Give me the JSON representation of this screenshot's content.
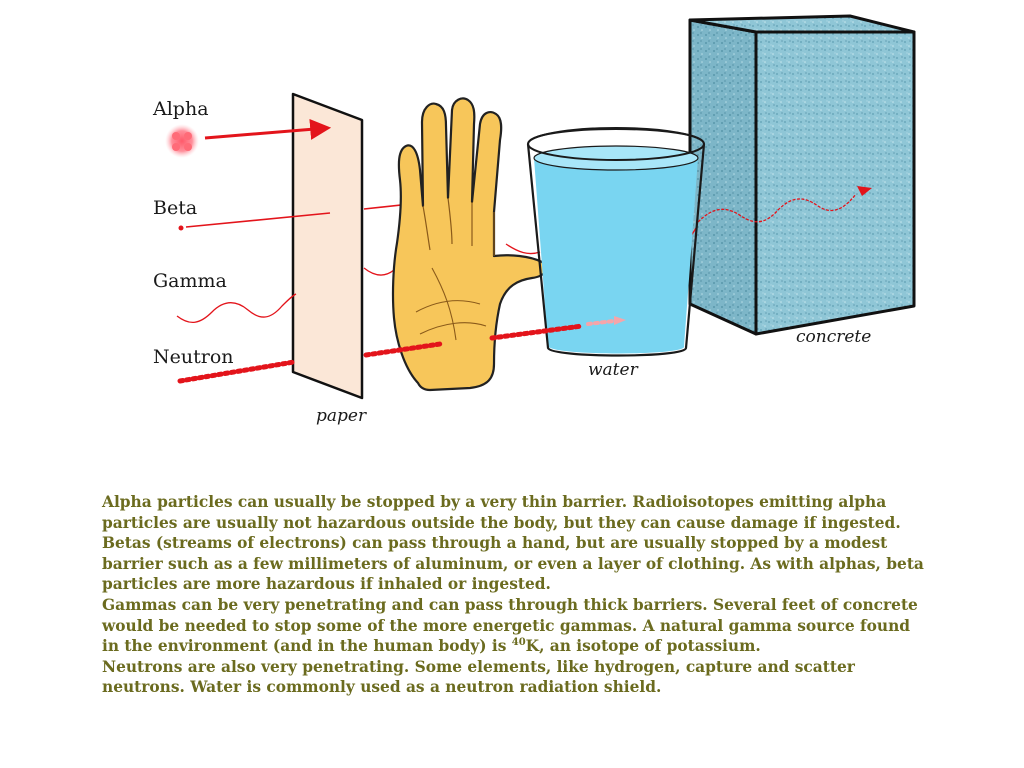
{
  "diagram": {
    "radiation_labels": {
      "alpha": "Alpha",
      "beta": "Beta",
      "gamma": "Gamma",
      "neutron": "Neutron"
    },
    "barrier_labels": {
      "paper": "paper",
      "water": "water",
      "concrete": "concrete"
    },
    "colors": {
      "ray": "#e3141b",
      "paper": "#fbe7d7",
      "hand": "#f7c65a",
      "water": "#79d5f1",
      "concrete": "#8fc6d6",
      "caption_text": "#6b6b1f"
    },
    "icons": [
      "alpha-particle-icon",
      "hand-icon",
      "water-glass-icon",
      "concrete-block-icon",
      "paper-sheet-icon"
    ]
  },
  "caption": {
    "alpha_text": "Alpha particles can usually be stopped by a very thin barrier. Radioisotopes emitting alpha particles are usually not hazardous outside the body, but they can cause damage if ingested.",
    "beta_text": "Betas (streams of electrons) can pass through a hand, but are usually stopped by a modest barrier such as a few millimeters of aluminum, or even a layer of clothing. As with alphas, beta particles are more hazardous if inhaled or ingested.",
    "gamma_text_before": "Gammas can be very penetrating and can pass through thick barriers. Several feet of concrete would be needed to stop some of the more energetic gammas. A natural gamma source found in the environment (and in the human body) is ",
    "gamma_isotope_mass": "40",
    "gamma_isotope_symbol": "K",
    "gamma_text_after": ", an isotope of potassium.",
    "neutron_text": "Neutrons are also very penetrating. Some elements, like hydrogen, capture and scatter neutrons. Water is commonly used as a neutron radiation shield."
  }
}
